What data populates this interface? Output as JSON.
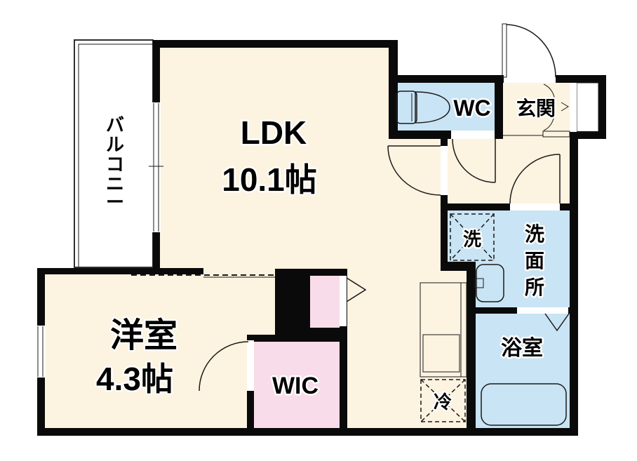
{
  "title": "1LDK floor plan",
  "colors": {
    "floor": "#FCF3E0",
    "water": "#C9E4F4",
    "closet": "#F8DCE9",
    "wall": "#0A0A0A",
    "line": "#1A1A1A"
  },
  "rooms": {
    "balcony": {
      "label": "バルコニー",
      "chars": [
        "バ",
        "ル",
        "コ",
        "ニ",
        "ー"
      ]
    },
    "ldk": {
      "label": "LDK",
      "area": "10.1帖"
    },
    "western_room": {
      "label": "洋室",
      "area": "4.3帖"
    },
    "wic": {
      "label": "WIC"
    },
    "wc": {
      "label": "WC"
    },
    "entrance": {
      "label": "玄関"
    },
    "washroom": {
      "label": "洗面所",
      "chars": [
        "洗",
        "面",
        "所"
      ]
    },
    "washer": {
      "label": "洗"
    },
    "refrigerator": {
      "label": "冷"
    },
    "bathroom": {
      "label": "浴室"
    }
  }
}
